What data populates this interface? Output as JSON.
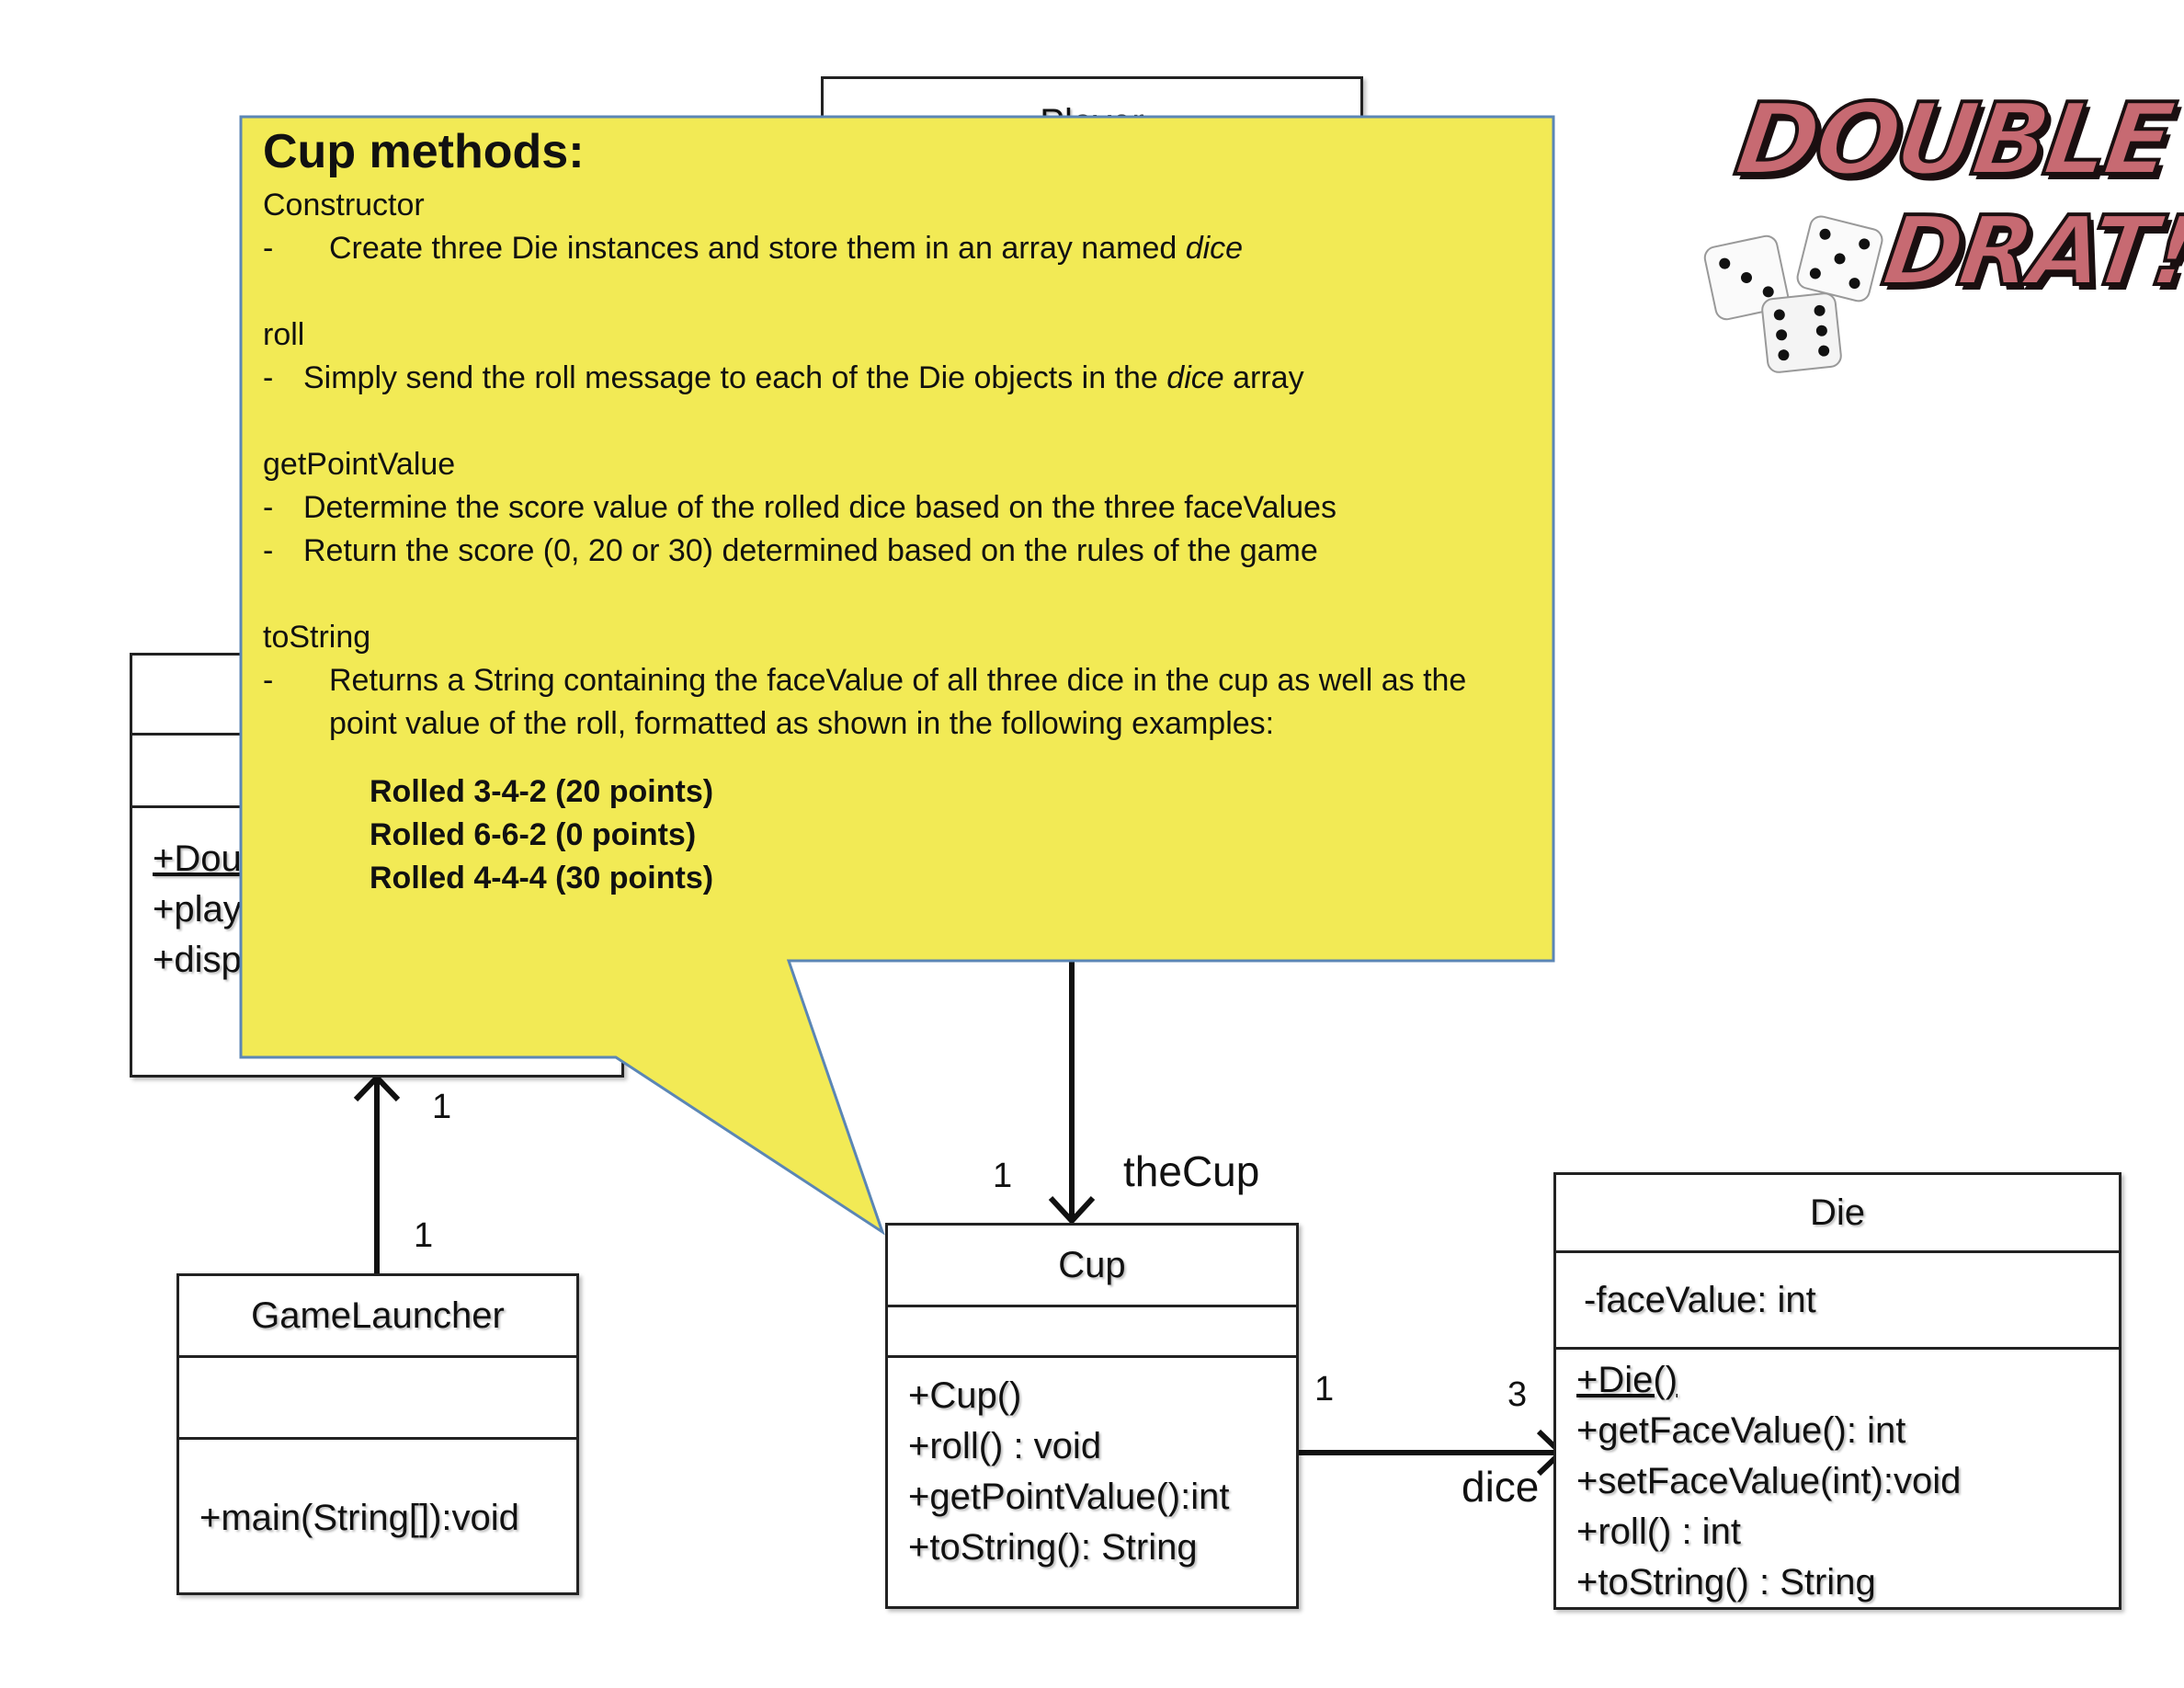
{
  "classes": {
    "player": {
      "name": "Player"
    },
    "double_drat": {
      "methods": [
        "+Dou",
        "+play",
        "+displayScoreboard()"
      ]
    },
    "game_launcher": {
      "name": "GameLauncher",
      "methods": [
        "+main(String[]):void"
      ]
    },
    "cup": {
      "name": "Cup",
      "methods": [
        "+Cup()",
        "+roll() : void",
        "+getPointValue():int",
        "+toString(): String"
      ]
    },
    "die": {
      "name": "Die",
      "attributes": [
        "-faceValue: int"
      ],
      "methods": [
        "+Die()",
        "+getFaceValue(): int",
        "+setFaceValue(int):void",
        "+roll() : int",
        "+toString() : String"
      ]
    }
  },
  "associations": {
    "launcher_to_game": {
      "source_mult": "1",
      "target_mult": "1"
    },
    "to_cup": {
      "mult": "1",
      "role": "theCup"
    },
    "cup_to_die": {
      "source_mult": "1",
      "target_mult": "3",
      "role": "dice"
    }
  },
  "callout": {
    "title": "Cup methods:",
    "constructor_heading": "Constructor",
    "constructor_lines": [
      "Create three Die instances and store them in an array named "
    ],
    "constructor_italic": "dice",
    "roll_heading": "roll",
    "roll_line_start": "Simply send the roll message to each of the Die objects in the ",
    "roll_line_italic": "dice",
    "roll_line_end": " array",
    "getpoint_heading": "getPointValue",
    "getpoint_lines": [
      "Determine the score value of the rolled dice based on the three faceValues",
      "Return the score (0, 20 or 30) determined based on the rules of the game"
    ],
    "tostring_heading": "toString",
    "tostring_lines": [
      "Returns a String containing the faceValue of all three dice in the cup  as well as the",
      "point value of the roll, formatted as shown in the following examples:"
    ],
    "examples": [
      "Rolled 3-4-2 (20 points)",
      "Rolled 6-6-2 (0 points)",
      "Rolled 4-4-4 (30 points)"
    ],
    "dash": "-"
  },
  "logo": {
    "line1": "DOUBLE",
    "line2": "DRAT!"
  },
  "colors": {
    "callout_fill": "#f2ea55",
    "callout_border": "#5b86b5",
    "logo_red": "#c76a72"
  }
}
